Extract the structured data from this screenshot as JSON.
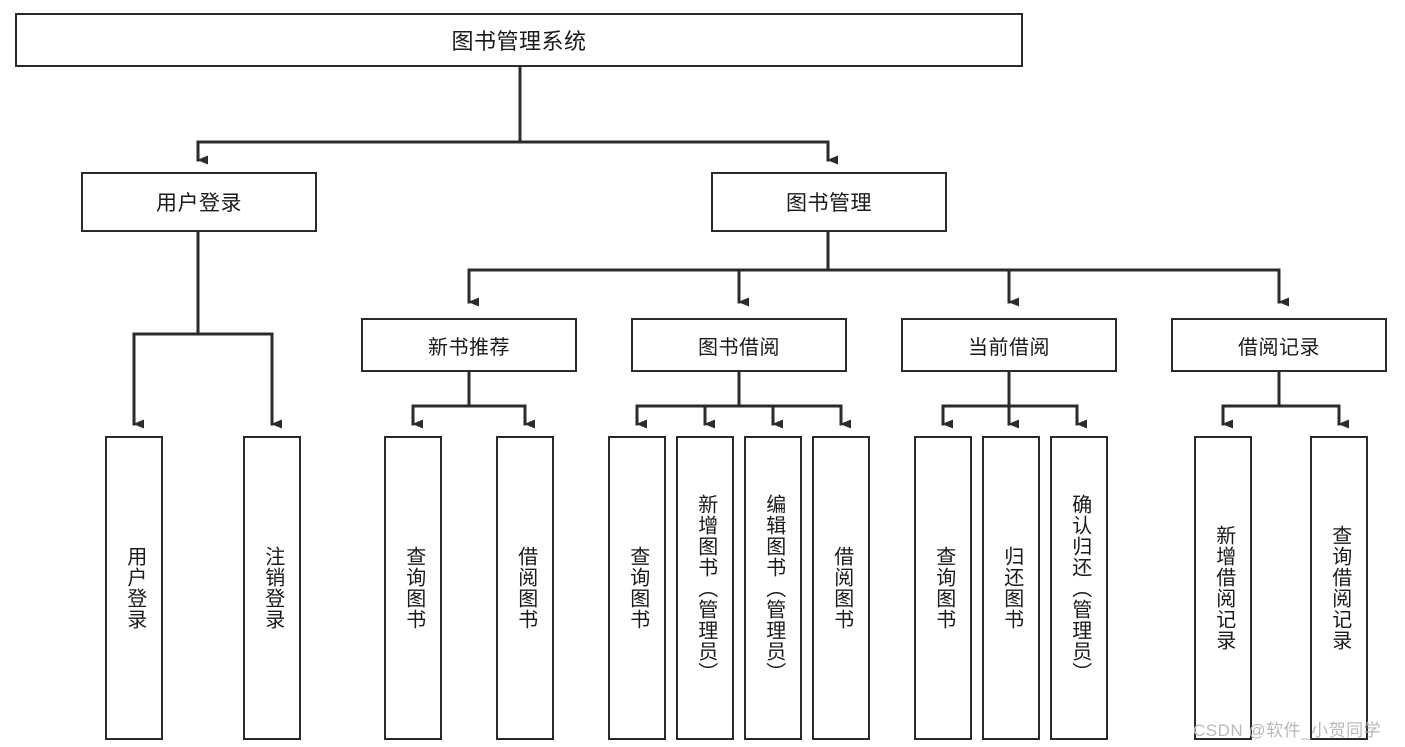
{
  "diagram": {
    "title_text": "图书管理系统",
    "type": "tree-hierarchy-chart",
    "stroke_color": "#2b2b2b",
    "background_color": "#ffffff",
    "text_color": "#1a1a1a",
    "root": {
      "label": "图书管理系统"
    },
    "level2": [
      {
        "id": "user-login",
        "label": "用户登录"
      },
      {
        "id": "book-management",
        "label": "图书管理"
      }
    ],
    "level3": [
      {
        "id": "new-book-recommend",
        "label": "新书推荐"
      },
      {
        "id": "book-borrow",
        "label": "图书借阅"
      },
      {
        "id": "current-borrow",
        "label": "当前借阅"
      },
      {
        "id": "borrow-record",
        "label": "借阅记录"
      }
    ],
    "leaves": {
      "user_login": [
        {
          "id": "leaf-user-login",
          "label": "用户登录"
        },
        {
          "id": "leaf-logout-login",
          "label": "注销登录"
        }
      ],
      "new_book_recommend": [
        {
          "id": "leaf-query-book-1",
          "label": "查询图书"
        },
        {
          "id": "leaf-borrow-book-1",
          "label": "借阅图书"
        }
      ],
      "book_borrow": [
        {
          "id": "leaf-query-book-2",
          "label": "查询图书"
        },
        {
          "id": "leaf-add-book-admin",
          "label": "新增图书（管理员）"
        },
        {
          "id": "leaf-edit-book-admin",
          "label": "编辑图书（管理员）"
        },
        {
          "id": "leaf-borrow-book-2",
          "label": "借阅图书"
        }
      ],
      "current_borrow": [
        {
          "id": "leaf-query-book-3",
          "label": "查询图书"
        },
        {
          "id": "leaf-return-book",
          "label": "归还图书"
        },
        {
          "id": "leaf-confirm-return-admin",
          "label": "确认归还（管理员）"
        }
      ],
      "borrow_record": [
        {
          "id": "leaf-add-borrow-record",
          "label": "新增借阅记录"
        },
        {
          "id": "leaf-query-borrow-record",
          "label": "查询借阅记录"
        }
      ]
    }
  },
  "watermark": {
    "text": "CSDN @软件_小贺同学"
  }
}
